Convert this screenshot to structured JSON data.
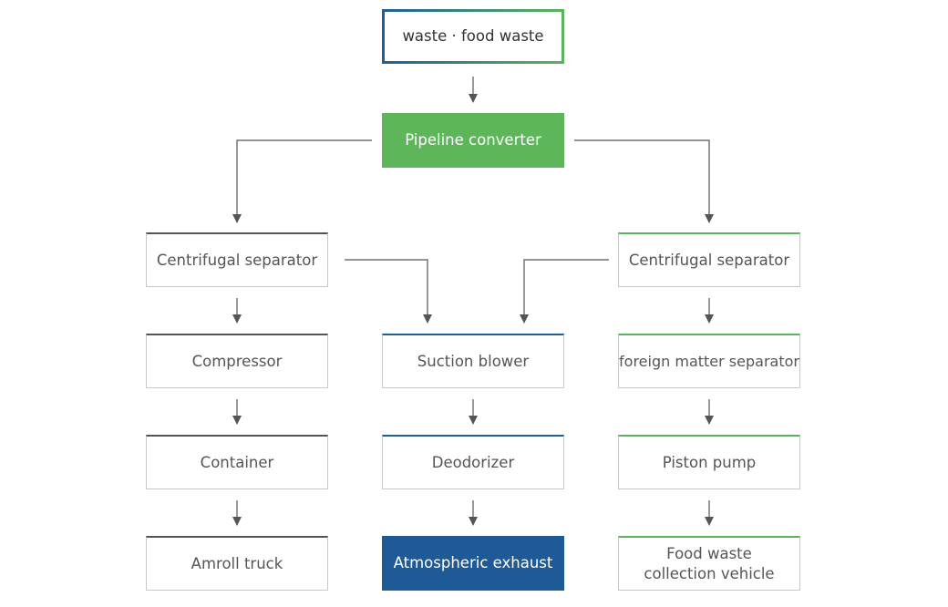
{
  "nodes": {
    "start": "waste · food waste",
    "converter": "Pipeline converter",
    "left": {
      "separator": "Centrifugal separator",
      "compressor": "Compressor",
      "container": "Container",
      "truck": "Amroll truck"
    },
    "center": {
      "blower": "Suction blower",
      "deodorizer": "Deodorizer",
      "exhaust": "Atmospheric exhaust"
    },
    "right": {
      "separator": "Centrifugal separator",
      "foreign": "foreign matter separator",
      "pump": "Piston pump",
      "vehicle": "Food waste collection vehicle"
    }
  },
  "colors": {
    "green": "#5db65a",
    "blue": "#1e5a97",
    "connector": "#555555"
  }
}
